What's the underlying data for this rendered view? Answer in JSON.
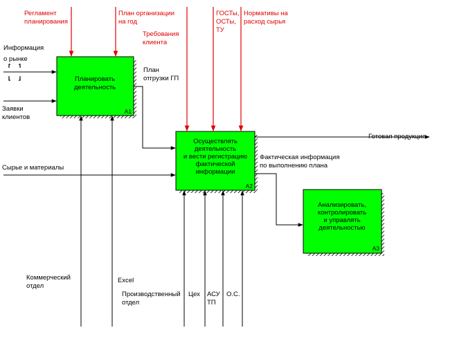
{
  "colors": {
    "box_fill": "#00ff00",
    "control_arrow": "#e00000",
    "line": "#000000",
    "background": "#ffffff"
  },
  "boxes": [
    {
      "id": "A1",
      "lines": [
        "Планировать",
        "деятельность"
      ]
    },
    {
      "id": "A2",
      "lines": [
        "Осуществлять",
        "деятельность",
        "и вести регистрацию",
        "фактической",
        "информации"
      ]
    },
    {
      "id": "A3",
      "lines": [
        "Анализировать,",
        "контролировать",
        "и управлять",
        "деятельностью"
      ]
    }
  ],
  "controls": [
    {
      "lines": [
        "Регламент",
        "планирования"
      ]
    },
    {
      "lines": [
        "План организации",
        "на год"
      ]
    },
    {
      "lines": [
        "Требования",
        "клиента"
      ]
    },
    {
      "lines": [
        "ГОСТы,",
        "ОСТы,",
        "ТУ"
      ]
    },
    {
      "lines": [
        "Нормативы на",
        "расход сырья"
      ]
    }
  ],
  "inputs": [
    {
      "lines": [
        "Информация",
        "о рынке"
      ]
    },
    {
      "lines": [
        "Заявки",
        "клиентов"
      ]
    },
    {
      "lines": [
        "Сырье и материалы"
      ]
    }
  ],
  "outputs": [
    {
      "lines": [
        "План",
        "отгрузки ГП"
      ]
    },
    {
      "lines": [
        "Готовая продукция"
      ]
    },
    {
      "lines": [
        "Фактическая информация",
        "по выполнению плана"
      ]
    }
  ],
  "mechanisms": [
    {
      "lines": [
        "Коммерческий",
        "отдел"
      ]
    },
    {
      "lines": [
        "Excel"
      ]
    },
    {
      "lines": [
        "Производственный",
        "отдел"
      ]
    },
    {
      "lines": [
        "Цех"
      ]
    },
    {
      "lines": [
        "АСУ",
        "ТП"
      ]
    },
    {
      "lines": [
        "О.С."
      ]
    }
  ]
}
